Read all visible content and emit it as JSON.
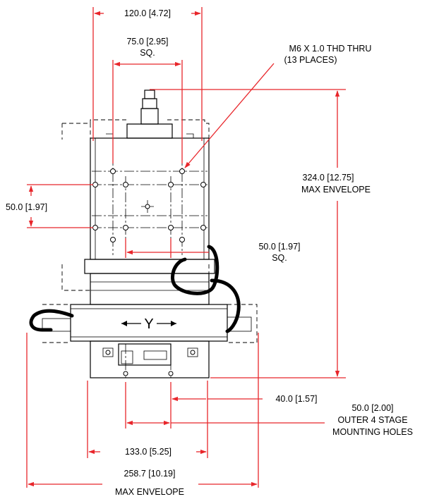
{
  "dimensions": {
    "top_width": "120.0 [4.72]",
    "plate_sq_value": "75.0 [2.95]",
    "plate_sq_unit": "SQ.",
    "thread_note_line1": "M6 X 1.0 THD THRU",
    "thread_note_line2": "(13 PLACES)",
    "height_value": "324.0 [12.75]",
    "height_label": "MAX ENVELOPE",
    "left_spacing": "50.0 [1.97]",
    "inner_sq_value": "50.0 [1.97]",
    "inner_sq_unit": "SQ.",
    "base_hole_offset": "40.0 [1.57]",
    "mount_value": "50.0 [2.00]",
    "mount_line1": "OUTER 4 STAGE",
    "mount_line2": "MOUNTING HOLES",
    "base_width": "133.0 [5.25]",
    "total_width": "258.7 [10.19]",
    "total_label": "MAX ENVELOPE"
  },
  "axis_label": "Y",
  "colors": {
    "dimension_lines": "#e8262b",
    "outline": "#000000"
  }
}
